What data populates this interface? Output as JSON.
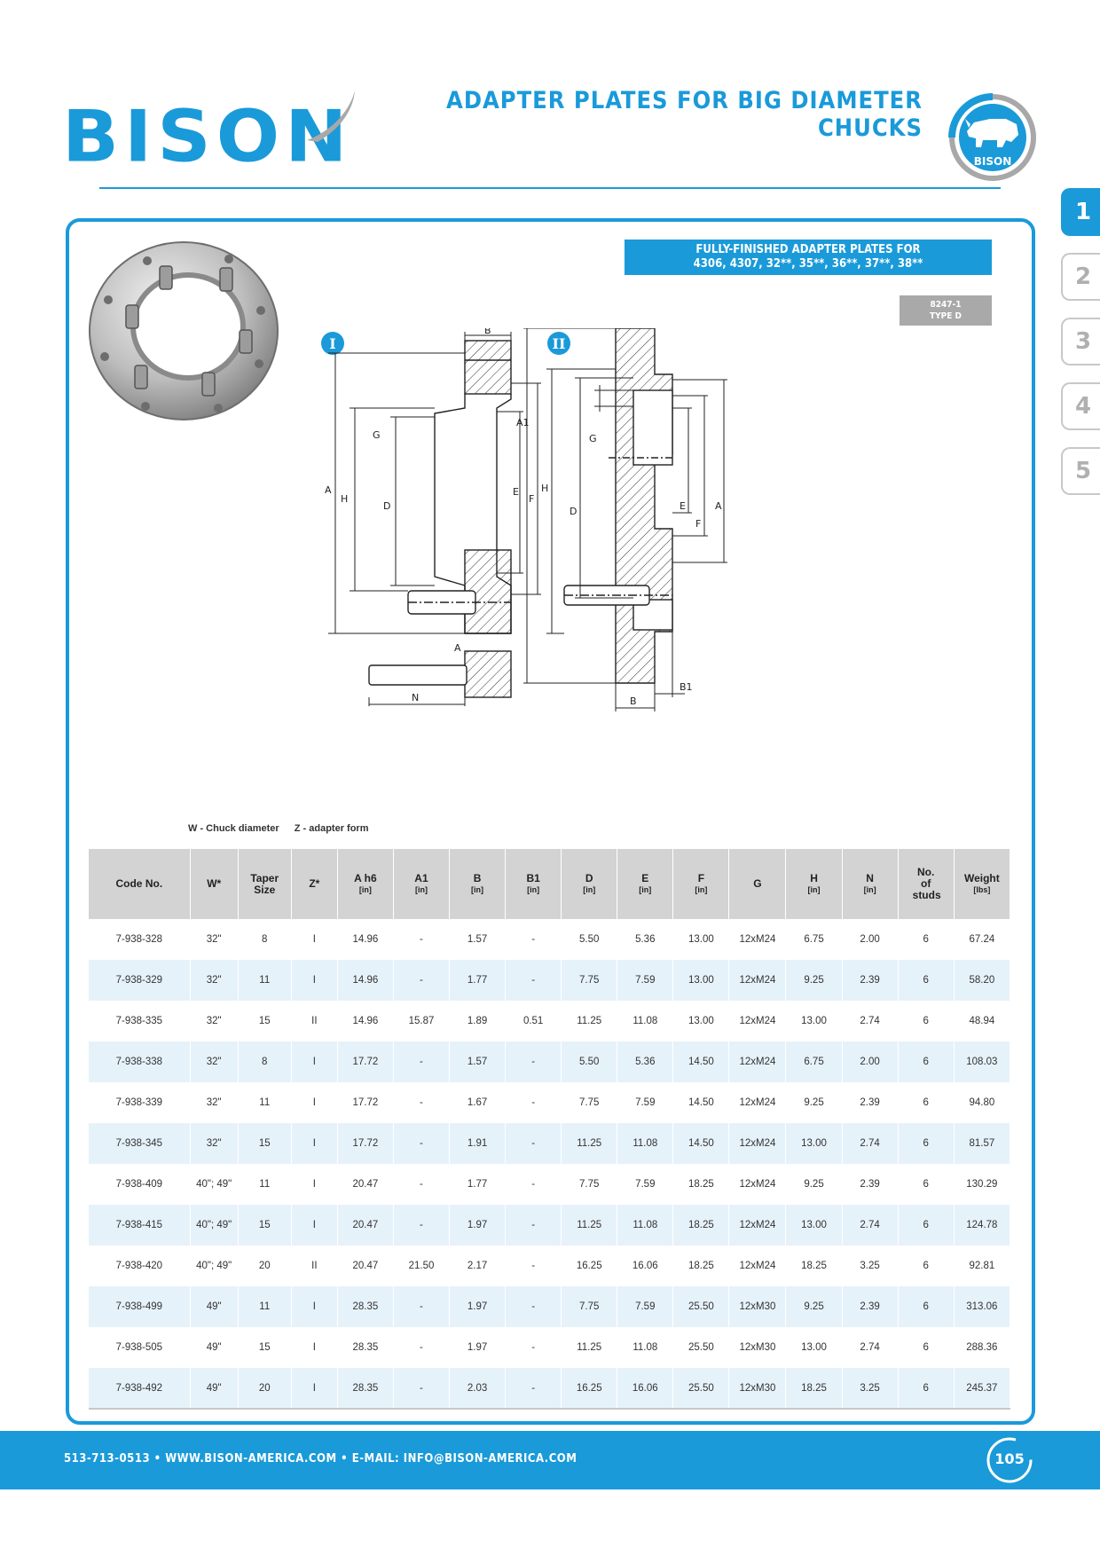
{
  "brand": {
    "logo_text": "BISON",
    "emblem_text": "BISON",
    "primary_color": "#1a9ad9",
    "logo_icon": "bison-horn-logo"
  },
  "header": {
    "title": "ADAPTER PLATES FOR BIG DIAMETER CHUCKS"
  },
  "tabs": [
    {
      "label": "1",
      "active": true
    },
    {
      "label": "2",
      "active": false
    },
    {
      "label": "3",
      "active": false
    },
    {
      "label": "4",
      "active": false
    },
    {
      "label": "5",
      "active": false
    }
  ],
  "banner": {
    "line1": "FULLY-FINISHED ADAPTER PLATES FOR",
    "line2": "4306, 4307, 32**, 35**, 36**, 37**, 38**"
  },
  "badge": {
    "line1": "8247-1",
    "line2": "TYPE D"
  },
  "drawing": {
    "form1": "I",
    "form2": "II",
    "labels": {
      "a": "A",
      "a1": "A1",
      "b": "B",
      "b1": "B1",
      "d": "D",
      "e": "E",
      "f": "F",
      "g": "G",
      "h": "H",
      "n": "N"
    }
  },
  "legend": {
    "w": "W - Chuck diameter",
    "z": "Z - adapter form"
  },
  "table": {
    "headers": [
      {
        "label": "Code No.",
        "unit": ""
      },
      {
        "label": "W*",
        "unit": ""
      },
      {
        "label": "Taper Size",
        "unit": ""
      },
      {
        "label": "Z*",
        "unit": ""
      },
      {
        "label": "A h6",
        "unit": "[in]"
      },
      {
        "label": "A1",
        "unit": "[in]"
      },
      {
        "label": "B",
        "unit": "[in]"
      },
      {
        "label": "B1",
        "unit": "[in]"
      },
      {
        "label": "D",
        "unit": "[in]"
      },
      {
        "label": "E",
        "unit": "[in]"
      },
      {
        "label": "F",
        "unit": "[in]"
      },
      {
        "label": "G",
        "unit": ""
      },
      {
        "label": "H",
        "unit": "[in]"
      },
      {
        "label": "N",
        "unit": "[in]"
      },
      {
        "label": "No. of studs",
        "unit": ""
      },
      {
        "label": "Weight",
        "unit": "[lbs]"
      }
    ],
    "rows": [
      [
        "7-938-328",
        "32\"",
        "8",
        "I",
        "14.96",
        "-",
        "1.57",
        "-",
        "5.50",
        "5.36",
        "13.00",
        "12xM24",
        "6.75",
        "2.00",
        "6",
        "67.24"
      ],
      [
        "7-938-329",
        "32\"",
        "11",
        "I",
        "14.96",
        "-",
        "1.77",
        "-",
        "7.75",
        "7.59",
        "13.00",
        "12xM24",
        "9.25",
        "2.39",
        "6",
        "58.20"
      ],
      [
        "7-938-335",
        "32\"",
        "15",
        "II",
        "14.96",
        "15.87",
        "1.89",
        "0.51",
        "11.25",
        "11.08",
        "13.00",
        "12xM24",
        "13.00",
        "2.74",
        "6",
        "48.94"
      ],
      [
        "7-938-338",
        "32\"",
        "8",
        "I",
        "17.72",
        "-",
        "1.57",
        "-",
        "5.50",
        "5.36",
        "14.50",
        "12xM24",
        "6.75",
        "2.00",
        "6",
        "108.03"
      ],
      [
        "7-938-339",
        "32\"",
        "11",
        "I",
        "17.72",
        "-",
        "1.67",
        "-",
        "7.75",
        "7.59",
        "14.50",
        "12xM24",
        "9.25",
        "2.39",
        "6",
        "94.80"
      ],
      [
        "7-938-345",
        "32\"",
        "15",
        "I",
        "17.72",
        "-",
        "1.91",
        "-",
        "11.25",
        "11.08",
        "14.50",
        "12xM24",
        "13.00",
        "2.74",
        "6",
        "81.57"
      ],
      [
        "7-938-409",
        "40\"; 49\"",
        "11",
        "I",
        "20.47",
        "-",
        "1.77",
        "-",
        "7.75",
        "7.59",
        "18.25",
        "12xM24",
        "9.25",
        "2.39",
        "6",
        "130.29"
      ],
      [
        "7-938-415",
        "40\"; 49\"",
        "15",
        "I",
        "20.47",
        "-",
        "1.97",
        "-",
        "11.25",
        "11.08",
        "18.25",
        "12xM24",
        "13.00",
        "2.74",
        "6",
        "124.78"
      ],
      [
        "7-938-420",
        "40\"; 49\"",
        "20",
        "II",
        "20.47",
        "21.50",
        "2.17",
        "-",
        "16.25",
        "16.06",
        "18.25",
        "12xM24",
        "18.25",
        "3.25",
        "6",
        "92.81"
      ],
      [
        "7-938-499",
        "49\"",
        "11",
        "I",
        "28.35",
        "-",
        "1.97",
        "-",
        "7.75",
        "7.59",
        "25.50",
        "12xM30",
        "9.25",
        "2.39",
        "6",
        "313.06"
      ],
      [
        "7-938-505",
        "49\"",
        "15",
        "I",
        "28.35",
        "-",
        "1.97",
        "-",
        "11.25",
        "11.08",
        "25.50",
        "12xM30",
        "13.00",
        "2.74",
        "6",
        "288.36"
      ],
      [
        "7-938-492",
        "49\"",
        "20",
        "I",
        "28.35",
        "-",
        "2.03",
        "-",
        "16.25",
        "16.06",
        "25.50",
        "12xM30",
        "18.25",
        "3.25",
        "6",
        "245.37"
      ]
    ]
  },
  "footer": {
    "contact": "513-713-0513  •  WWW.BISON-AMERICA.COM  •  E-MAIL: INFO@BISON-AMERICA.COM",
    "page_number": "105"
  }
}
